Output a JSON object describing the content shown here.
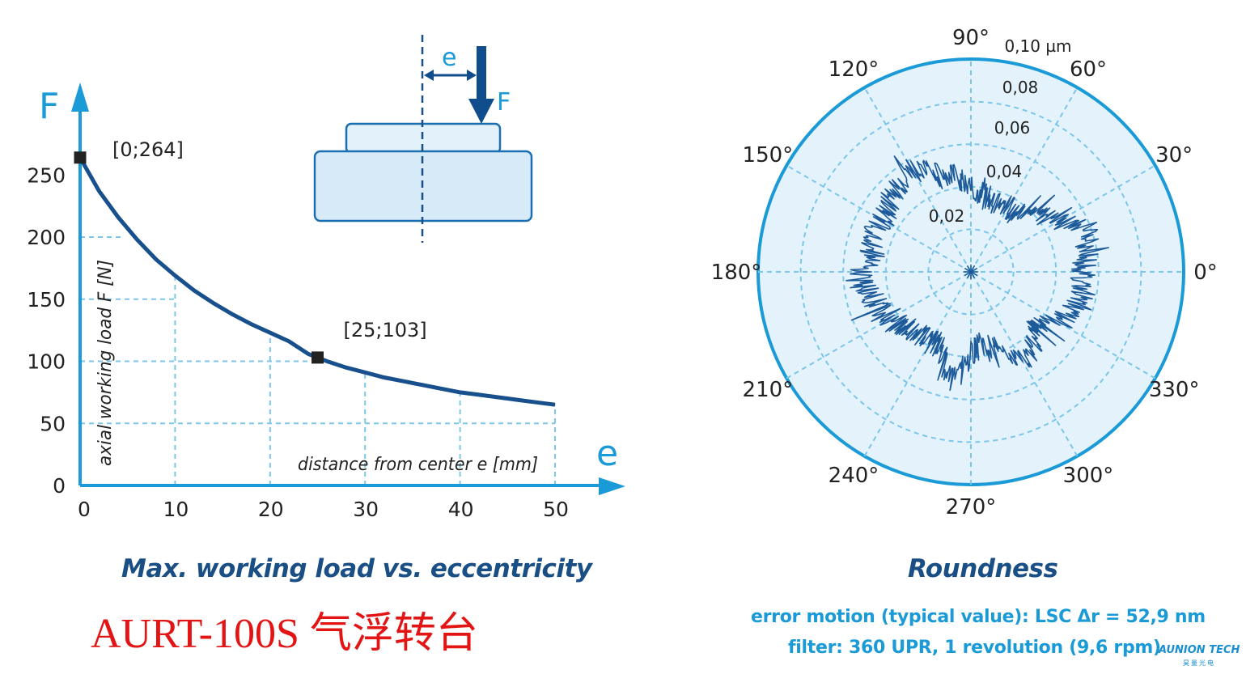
{
  "chart_data": [
    {
      "type": "line",
      "caption": "Max. working load vs. eccentricity",
      "x_axis_letter": "e",
      "y_axis_letter": "F",
      "xlabel": "distance from center e [mm]",
      "ylabel": "axial working load F [N]",
      "xlim": [
        0,
        50
      ],
      "ylim": [
        0,
        250
      ],
      "x_ticks": [
        "0",
        "10",
        "20",
        "30",
        "40",
        "50"
      ],
      "y_ticks": [
        "0",
        "50",
        "100",
        "150",
        "200",
        "250"
      ],
      "grid": true,
      "series": [
        {
          "x": [
            0,
            2,
            4,
            6,
            8,
            10,
            12,
            14,
            16,
            18,
            20,
            22,
            24,
            25,
            26,
            28,
            30,
            32,
            34,
            36,
            38,
            40,
            42,
            44,
            46,
            48,
            50
          ],
          "y": [
            264,
            237,
            216,
            198,
            182,
            169,
            157,
            147,
            138,
            130,
            123,
            116,
            106,
            103,
            100,
            95,
            91,
            87,
            84,
            81,
            78,
            75,
            73,
            71,
            69,
            67,
            65
          ]
        }
      ],
      "annotations": [
        {
          "x": 0,
          "y": 264,
          "text": "[0;264]"
        },
        {
          "x": 25,
          "y": 103,
          "text": "[25;103]"
        }
      ],
      "inset": {
        "eccentricity_label": "e",
        "force_label": "F"
      }
    },
    {
      "type": "polar",
      "caption": "Roundness",
      "angle_ticks": [
        "0°",
        "30°",
        "60°",
        "90°",
        "120°",
        "150°",
        "180°",
        "210°",
        "240°",
        "270°",
        "300°",
        "330°"
      ],
      "radial_ticks": [
        "0,02",
        "0,04",
        "0,06",
        "0,08",
        "0,10 µm"
      ],
      "rlim": [
        0,
        0.1
      ],
      "grid": true,
      "series": [
        {
          "theta_deg": [
            0,
            10,
            20,
            30,
            40,
            50,
            60,
            70,
            80,
            90,
            100,
            110,
            120,
            130,
            140,
            150,
            160,
            170,
            180,
            190,
            200,
            210,
            220,
            230,
            240,
            250,
            260,
            270,
            280,
            290,
            300,
            310,
            320,
            330,
            340,
            350
          ],
          "r": [
            0.052,
            0.055,
            0.058,
            0.05,
            0.042,
            0.036,
            0.035,
            0.034,
            0.036,
            0.04,
            0.046,
            0.05,
            0.055,
            0.053,
            0.05,
            0.048,
            0.049,
            0.047,
            0.052,
            0.049,
            0.047,
            0.044,
            0.04,
            0.038,
            0.036,
            0.04,
            0.052,
            0.038,
            0.034,
            0.04,
            0.048,
            0.045,
            0.04,
            0.046,
            0.052,
            0.054
          ]
        }
      ]
    }
  ],
  "titles": {
    "product": "AURT-100S 气浮转台",
    "error_motion": "error motion (typical value): LSC Δr = 52,9 nm",
    "filter": "filter: 360 UPR, 1 revolution (9,6 rpm)"
  },
  "logo": {
    "name": "AUNION TECH",
    "sub": "昊量光电"
  },
  "colors": {
    "axis": "#1a9ad6",
    "curve": "#17508d",
    "grid": "#7cc6ea",
    "polar_fill": "#e3f2fb",
    "polar_ring": "#1a9ad6",
    "polar_line": "#1d5a99",
    "caption": "#1a4f86",
    "product": "#e31414",
    "inset_fill": "#d6eaf8",
    "inset_stroke": "#1a6fb0",
    "arrow": "#0f4d8c"
  }
}
